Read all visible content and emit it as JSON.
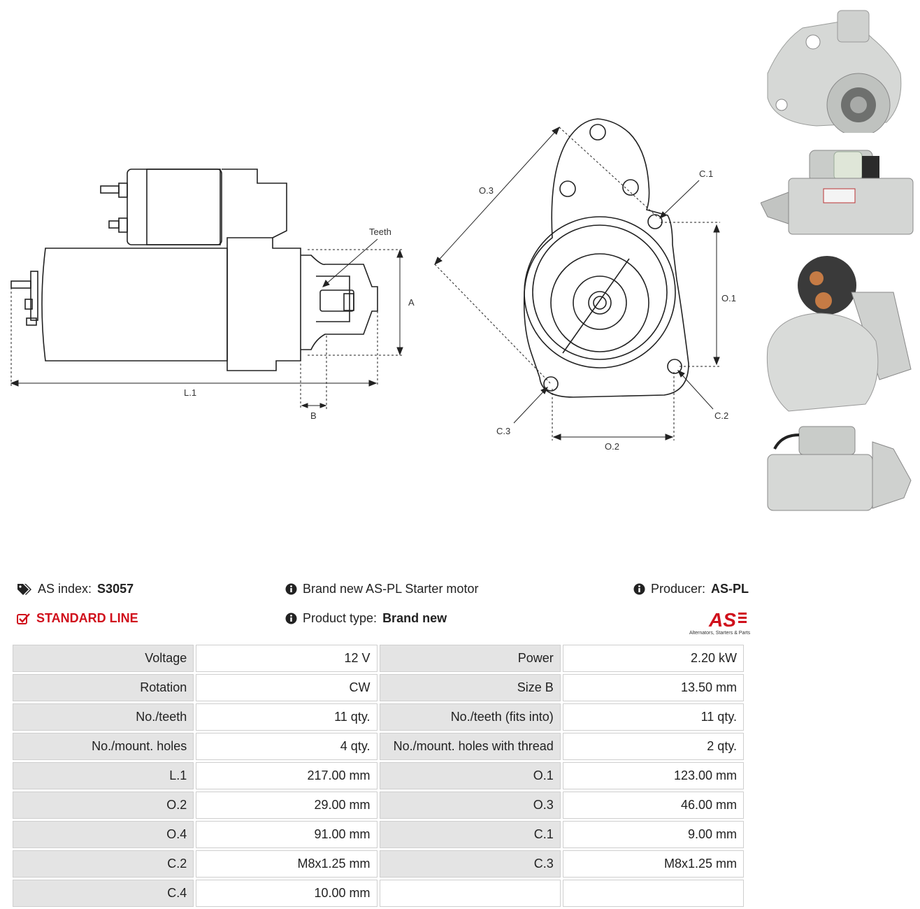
{
  "diagram_labels": {
    "teeth": "Teeth",
    "a": "A",
    "b": "B",
    "l1": "L.1",
    "o1": "O.1",
    "o2": "O.2",
    "o3": "O.3",
    "c1": "C.1",
    "c2": "C.2",
    "c3": "C.3"
  },
  "info": {
    "index_label": "AS index:",
    "index_value": "S3057",
    "line_label": "STANDARD LINE",
    "description": "Brand new AS-PL Starter motor",
    "product_type_label": "Product type:",
    "product_type_value": "Brand new",
    "producer_label": "Producer:",
    "producer_value": "AS-PL",
    "logo_text": "AS",
    "logo_tagline": "Alternators, Starters & Parts"
  },
  "icons": {
    "index": "tags-icon",
    "line": "check-square-icon",
    "info": "info-circle-icon"
  },
  "colors": {
    "accent_red": "#d0101c",
    "label_cell": "#e4e4e4",
    "border": "#cfcfcf"
  },
  "specs": [
    {
      "l1": "Voltage",
      "v1": "12 V",
      "l2": "Power",
      "v2": "2.20 kW"
    },
    {
      "l1": "Rotation",
      "v1": "CW",
      "l2": "Size B",
      "v2": "13.50 mm"
    },
    {
      "l1": "No./teeth",
      "v1": "11 qty.",
      "l2": "No./teeth (fits into)",
      "v2": "11 qty."
    },
    {
      "l1": "No./mount. holes",
      "v1": "4 qty.",
      "l2": "No./mount. holes with thread",
      "v2": "2 qty."
    },
    {
      "l1": "L.1",
      "v1": "217.00 mm",
      "l2": "O.1",
      "v2": "123.00 mm"
    },
    {
      "l1": "O.2",
      "v1": "29.00 mm",
      "l2": "O.3",
      "v2": "46.00 mm"
    },
    {
      "l1": "O.4",
      "v1": "91.00 mm",
      "l2": "C.1",
      "v2": "9.00 mm"
    },
    {
      "l1": "C.2",
      "v1": "M8x1.25 mm",
      "l2": "C.3",
      "v2": "M8x1.25 mm"
    },
    {
      "l1": "C.4",
      "v1": "10.00 mm",
      "l2": "",
      "v2": ""
    }
  ]
}
